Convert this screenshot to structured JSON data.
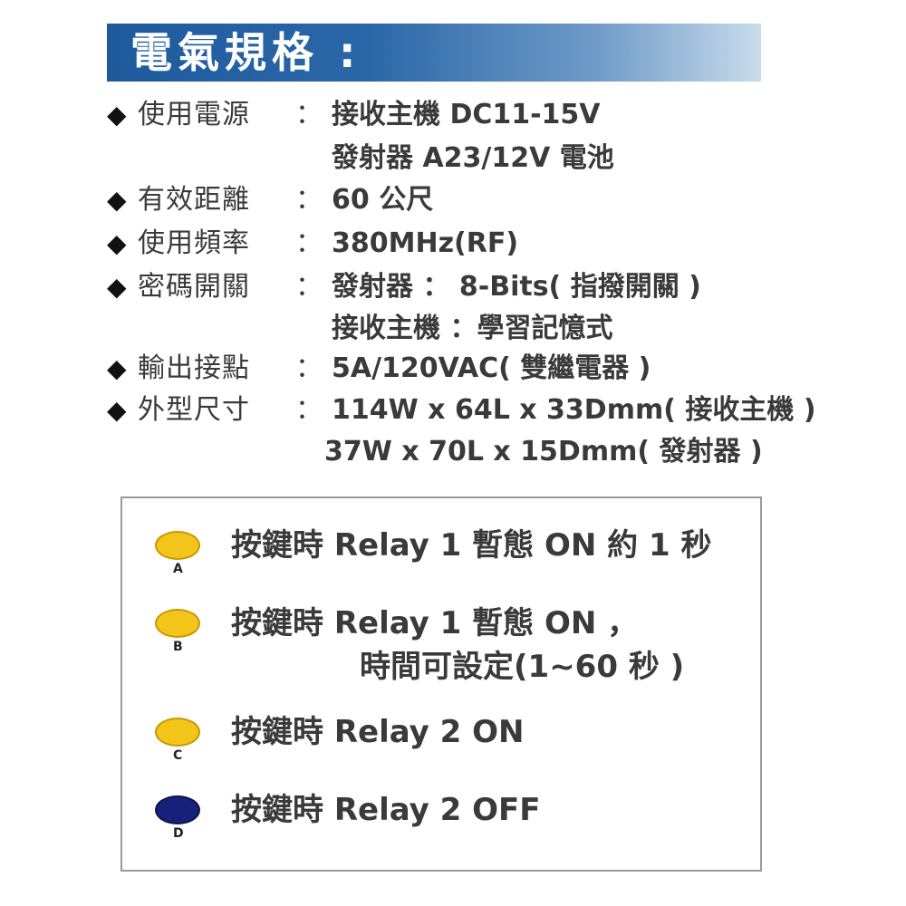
{
  "header": {
    "title": "電氣規格 :"
  },
  "specs": [
    {
      "label": "使用電源",
      "colon": "：",
      "values": [
        "接收主機 DC11-15V",
        "發射器 A23/12V 電池"
      ]
    },
    {
      "label": "有效距離",
      "colon": "：",
      "values": [
        "60 公尺"
      ]
    },
    {
      "label": "使用頻率",
      "colon": "：",
      "values": [
        "380MHz(RF)"
      ]
    },
    {
      "label": "密碼開關",
      "colon": "：",
      "values": [
        "發射器 ： 8-Bits( 指撥開關 )",
        "接收主機 ：學習記憶式"
      ]
    },
    {
      "label": "輸出接點",
      "colon": "：",
      "values": [
        "5A/120VAC( 雙繼電器 )"
      ]
    },
    {
      "label": "外型尺寸",
      "colon": "：",
      "values": [
        "114W x 64L x 33Dmm( 接收主機 )",
        "37W x 70L x 15Dmm( 發射器 )"
      ]
    }
  ],
  "legend": {
    "items": [
      {
        "letter": "A",
        "color": "#f3c51a",
        "lines": [
          "按鍵時  Relay 1 暫態 ON 約 1 秒"
        ]
      },
      {
        "letter": "B",
        "color": "#f3c51a",
        "lines": [
          "按鍵時  Relay 1 暫態 ON ，",
          "時間可設定(1~60 秒 )"
        ]
      },
      {
        "letter": "C",
        "color": "#f3c51a",
        "lines": [
          "按鍵時  Relay 2  ON"
        ]
      },
      {
        "letter": "D",
        "color": "#16217a",
        "lines": [
          "按鍵時  Relay 2  OFF"
        ]
      }
    ]
  }
}
